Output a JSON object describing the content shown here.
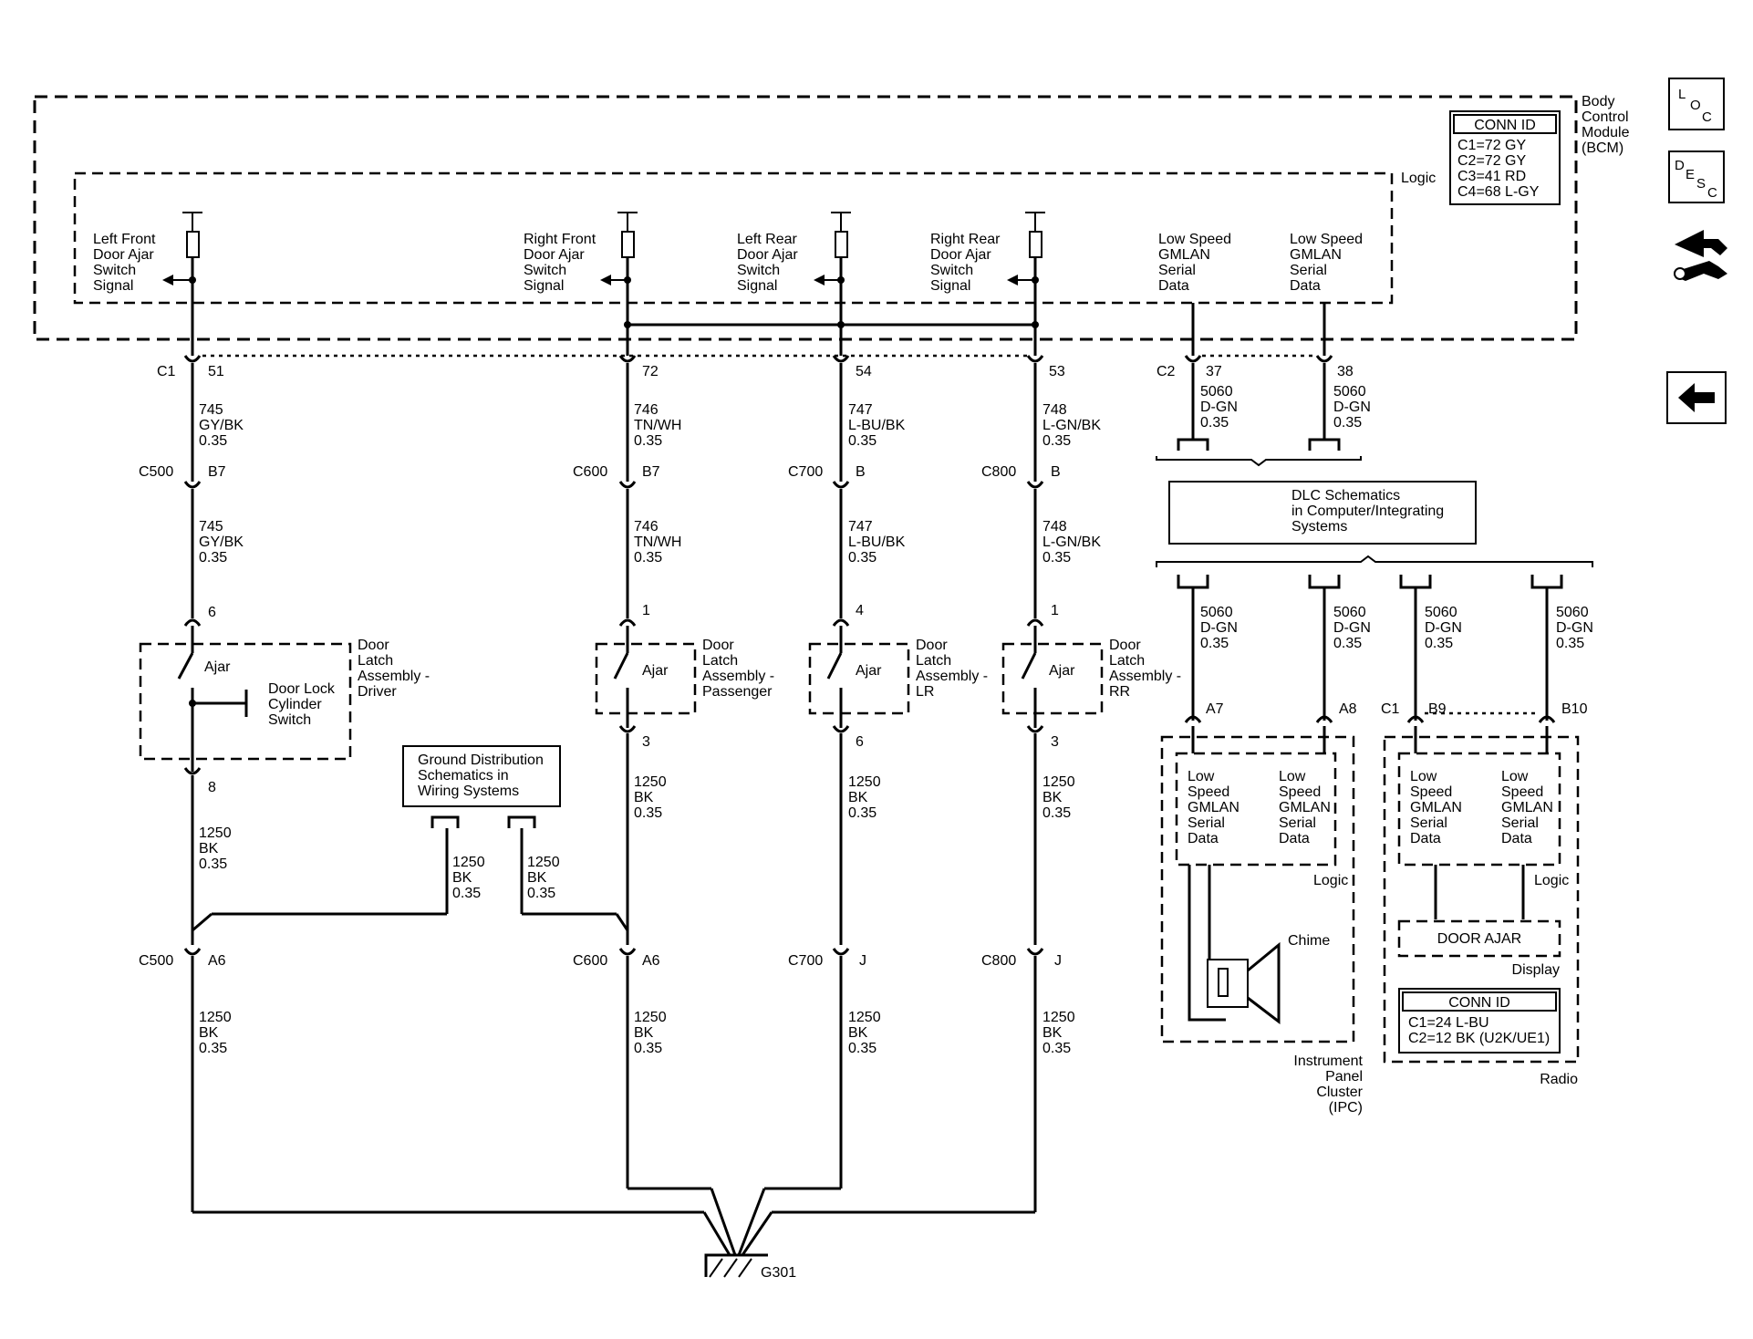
{
  "bcm": {
    "title_lines": [
      "Body",
      "Control",
      "Module",
      "(BCM)"
    ],
    "logic_label": "Logic",
    "conn_id": {
      "header": "CONN ID",
      "lines": [
        "C1=72 GY",
        "C2=72 GY",
        "C3=41 RD",
        "C4=68 L-GY"
      ]
    },
    "signals": {
      "lf": [
        "Left Front",
        "Door Ajar",
        "Switch",
        "Signal"
      ],
      "rf": [
        "Right Front",
        "Door Ajar",
        "Switch",
        "Signal"
      ],
      "lr": [
        "Left Rear",
        "Door Ajar",
        "Switch",
        "Signal"
      ],
      "rr": [
        "Right Rear",
        "Door Ajar",
        "Switch",
        "Signal"
      ],
      "gm1": [
        "Low Speed",
        "GMLAN",
        "Serial",
        "Data"
      ],
      "gm2": [
        "Low Speed",
        "GMLAN",
        "Serial",
        "Data"
      ]
    }
  },
  "nav": {
    "loc": [
      "L",
      "O",
      "C"
    ],
    "desc": [
      "D",
      "E",
      "S",
      "C"
    ]
  },
  "connectors": {
    "c1": "C1",
    "c2": "C2",
    "c500": "C500",
    "c600": "C600",
    "c700": "C700",
    "c800": "C800",
    "p51": "51",
    "p72": "72",
    "p54": "54",
    "p53": "53",
    "p37": "37",
    "p38": "38",
    "b7a": "B7",
    "b7b": "B7",
    "b_lr": "B",
    "b_rr": "B",
    "p6": "6",
    "p1a": "1",
    "p4": "4",
    "p1b": "1",
    "p8": "8",
    "p3a": "3",
    "p6b": "6",
    "p3b": "3",
    "a6a": "A6",
    "a6b": "A6",
    "j1": "J",
    "j2": "J",
    "ipc_c": "",
    "a7": "A7",
    "a8": "A8",
    "radio_c1": "C1",
    "b9": "B9",
    "b10": "B10"
  },
  "wires": {
    "w745a": [
      "745",
      "GY/BK",
      "0.35"
    ],
    "w745b": [
      "745",
      "GY/BK",
      "0.35"
    ],
    "w746a": [
      "746",
      "TN/WH",
      "0.35"
    ],
    "w746b": [
      "746",
      "TN/WH",
      "0.35"
    ],
    "w747a": [
      "747",
      "L-BU/BK",
      "0.35"
    ],
    "w747b": [
      "747",
      "L-BU/BK",
      "0.35"
    ],
    "w748a": [
      "748",
      "L-GN/BK",
      "0.35"
    ],
    "w748b": [
      "748",
      "L-GN/BK",
      "0.35"
    ],
    "w5060a": [
      "5060",
      "D-GN",
      "0.35"
    ],
    "w5060b": [
      "5060",
      "D-GN",
      "0.35"
    ],
    "w5060c": [
      "5060",
      "D-GN",
      "0.35"
    ],
    "w5060d": [
      "5060",
      "D-GN",
      "0.35"
    ],
    "w5060e": [
      "5060",
      "D-GN",
      "0.35"
    ],
    "w5060f": [
      "5060",
      "D-GN",
      "0.35"
    ],
    "g1": [
      "1250",
      "BK",
      "0.35"
    ],
    "g2": [
      "1250",
      "BK",
      "0.35"
    ],
    "g3": [
      "1250",
      "BK",
      "0.35"
    ],
    "g4": [
      "1250",
      "BK",
      "0.35"
    ],
    "g5": [
      "1250",
      "BK",
      "0.35"
    ],
    "g6": [
      "1250",
      "BK",
      "0.35"
    ],
    "g7": [
      "1250",
      "BK",
      "0.35"
    ],
    "g8": [
      "1250",
      "BK",
      "0.35"
    ],
    "g9": [
      "1250",
      "BK",
      "0.35"
    ],
    "g10": [
      "1250",
      "BK",
      "0.35"
    ]
  },
  "latches": {
    "driver": [
      "Door",
      "Latch",
      "Assembly -",
      "Driver"
    ],
    "passenger": [
      "Door",
      "Latch",
      "Assembly -",
      "Passenger"
    ],
    "lr": [
      "Door",
      "Latch",
      "Assembly -",
      "LR"
    ],
    "rr": [
      "Door",
      "Latch",
      "Assembly -",
      "RR"
    ],
    "ajar": "Ajar",
    "lock_switch": [
      "Door Lock",
      "Cylinder",
      "Switch"
    ]
  },
  "ground_dist": [
    "Ground Distribution",
    "Schematics in",
    "Wiring Systems"
  ],
  "dlc": [
    "DLC Schematics",
    "in Computer/Integrating",
    "Systems"
  ],
  "ipc": {
    "sig1": [
      "Low",
      "Speed",
      "GMLAN",
      "Serial",
      "Data"
    ],
    "sig2": [
      "Low",
      "Speed",
      "GMLAN",
      "Serial",
      "Data"
    ],
    "logic": "Logic",
    "chime": "Chime",
    "title": [
      "Instrument",
      "Panel",
      "Cluster",
      "(IPC)"
    ]
  },
  "radio": {
    "sig1": [
      "Low",
      "Speed",
      "GMLAN",
      "Serial",
      "Data"
    ],
    "sig2": [
      "Low",
      "Speed",
      "GMLAN",
      "Serial",
      "Data"
    ],
    "logic": "Logic",
    "display_text": "DOOR AJAR",
    "display_label": "Display",
    "conn_id": {
      "header": "CONN ID",
      "lines": [
        "C1=24 L-BU",
        "C2=12 BK (U2K/UE1)"
      ]
    },
    "title": "Radio"
  },
  "ground": "G301"
}
